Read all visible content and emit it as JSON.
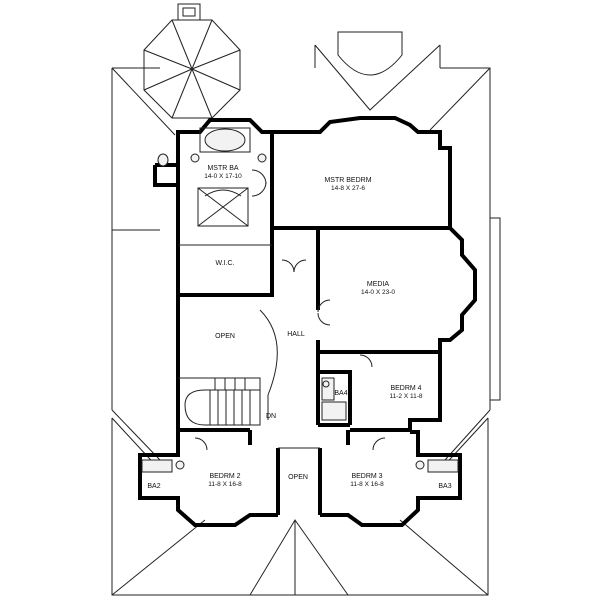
{
  "rooms": {
    "mstr_ba": {
      "name": "MSTR BA",
      "dims": "14-0 X 17-10"
    },
    "mstr_bedrm": {
      "name": "MSTR BEDRM",
      "dims": "14-8 X 27-6"
    },
    "wic": {
      "name": "W.I.C."
    },
    "media": {
      "name": "MEDIA",
      "dims": "14-0 X 23-0"
    },
    "open_upper": {
      "name": "OPEN"
    },
    "hall": {
      "name": "HALL"
    },
    "bedrm4": {
      "name": "BEDRM 4",
      "dims": "11-2 X 11-8"
    },
    "ba4": {
      "name": "BA4"
    },
    "dn": {
      "name": "DN"
    },
    "bedrm2": {
      "name": "BEDRM 2",
      "dims": "11-8 X 16-8"
    },
    "ba2": {
      "name": "BA2"
    },
    "open_lower": {
      "name": "OPEN"
    },
    "bedrm3": {
      "name": "BEDRM 3",
      "dims": "11-8 X 16-8"
    },
    "ba3": {
      "name": "BA3"
    }
  }
}
